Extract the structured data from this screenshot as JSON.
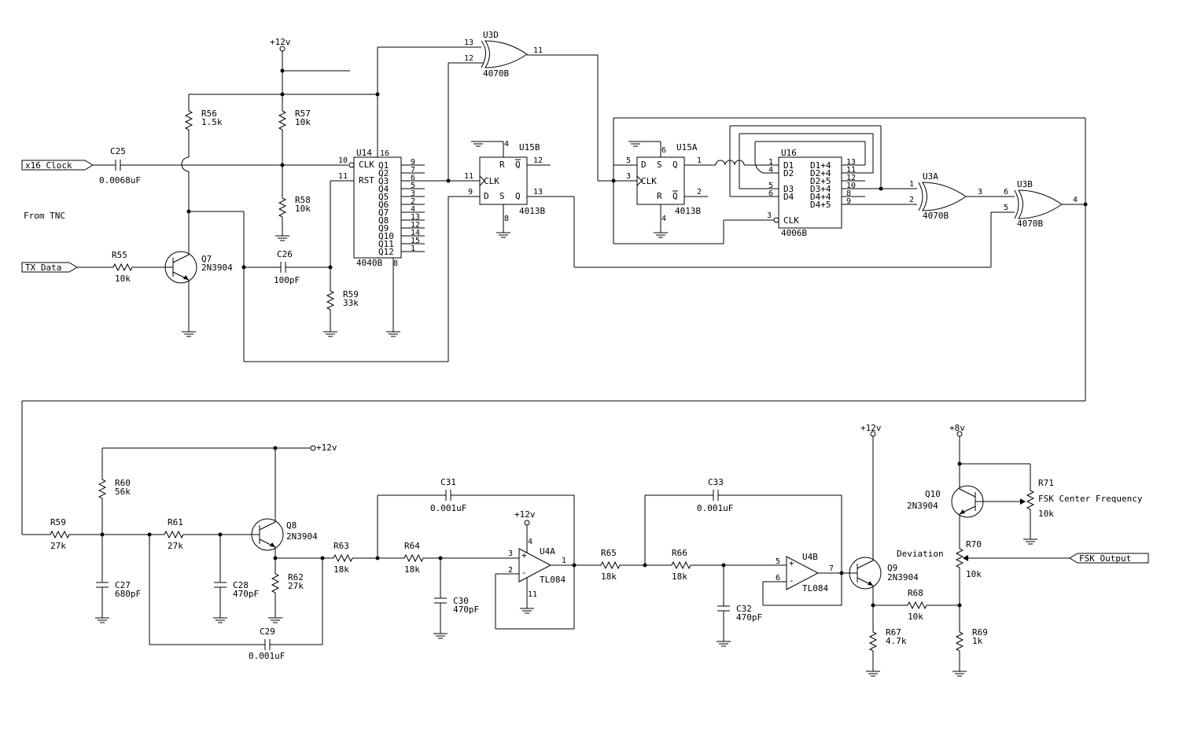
{
  "labels": {
    "plus12_top": "+12v",
    "plus12_q8": "+12v",
    "plus12_u4a": "+12v",
    "plus12_q9": "+12v",
    "plus8": "+8v",
    "x16_clock": "x16 Clock",
    "from_tnc": "From TNC",
    "tx_data": "TX Data",
    "fsk_output": "FSK Output",
    "fsk_center": "FSK Center Frequency",
    "deviation": "Deviation"
  },
  "components": {
    "r56": {
      "ref": "R56",
      "value": "1.5k"
    },
    "r57": {
      "ref": "R57",
      "value": "10k"
    },
    "r58": {
      "ref": "R58",
      "value": "10k"
    },
    "r55": {
      "ref": "R55",
      "value": "10k"
    },
    "r59a": {
      "ref": "R59",
      "value": "33k"
    },
    "c25": {
      "ref": "C25",
      "value": "0.0068uF"
    },
    "c26": {
      "ref": "C26",
      "value": "100pF"
    },
    "q7": {
      "ref": "Q7",
      "value": "2N3904"
    },
    "u14": {
      "ref": "U14",
      "part": "4040B"
    },
    "u15b": {
      "ref": "U15B",
      "part": "4013B"
    },
    "u3d": {
      "ref": "U3D",
      "part": "4070B"
    },
    "u15a": {
      "ref": "U15A",
      "part": "4013B"
    },
    "u16": {
      "ref": "U16",
      "part": "4006B"
    },
    "u3a": {
      "ref": "U3A",
      "part": "4070B"
    },
    "u3b": {
      "ref": "U3B",
      "part": "4070B"
    },
    "r59b": {
      "ref": "R59",
      "value": "27k"
    },
    "r60": {
      "ref": "R60",
      "value": "56k"
    },
    "r61": {
      "ref": "R61",
      "value": "27k"
    },
    "r62": {
      "ref": "R62",
      "value": "27k"
    },
    "r63": {
      "ref": "R63",
      "value": "18k"
    },
    "r64": {
      "ref": "R64",
      "value": "18k"
    },
    "r65": {
      "ref": "R65",
      "value": "18k"
    },
    "r66": {
      "ref": "R66",
      "value": "18k"
    },
    "r67": {
      "ref": "R67",
      "value": "4.7k"
    },
    "r68": {
      "ref": "R68",
      "value": "10k"
    },
    "r69": {
      "ref": "R69",
      "value": "1k"
    },
    "r70": {
      "ref": "R70",
      "value": "10k"
    },
    "r71": {
      "ref": "R71",
      "value": "10k"
    },
    "c27": {
      "ref": "C27",
      "value": "680pF"
    },
    "c28": {
      "ref": "C28",
      "value": "470pF"
    },
    "c29": {
      "ref": "C29",
      "value": "0.001uF"
    },
    "c30": {
      "ref": "C30",
      "value": "470pF"
    },
    "c31": {
      "ref": "C31",
      "value": "0.001uF"
    },
    "c32": {
      "ref": "C32",
      "value": "470pF"
    },
    "c33": {
      "ref": "C33",
      "value": "0.001uF"
    },
    "q8": {
      "ref": "Q8",
      "value": "2N3904"
    },
    "q9": {
      "ref": "Q9",
      "value": "2N3904"
    },
    "q10": {
      "ref": "Q10",
      "value": "2N3904"
    },
    "u4a": {
      "ref": "U4A",
      "part": "TL084"
    },
    "u4b": {
      "ref": "U4B",
      "part": "TL084"
    }
  },
  "u14_pins": {
    "clk": "CLK",
    "rst": "RST",
    "outs": [
      "Q1",
      "Q2",
      "Q3",
      "Q4",
      "Q5",
      "Q6",
      "Q7",
      "Q8",
      "Q9",
      "Q10",
      "Q11",
      "Q12"
    ],
    "out_nums": [
      "9",
      "7",
      "6",
      "5",
      "3",
      "2",
      "4",
      "13",
      "12",
      "14",
      "15",
      "1"
    ],
    "p10": "10",
    "p11": "11",
    "p16": "16",
    "p8": "8"
  },
  "ff_pins": {
    "R": "R",
    "S": "S",
    "D": "D",
    "Q": "Q",
    "QB": "Q",
    "CLK": "CLK",
    "u15b_4": "4",
    "u15b_12": "12",
    "u15b_11": "11",
    "u15b_9": "9",
    "u15b_13": "13",
    "u15b_8": "8",
    "u15a_6": "6",
    "u15a_5": "5",
    "u15a_3": "3",
    "u15a_1": "1",
    "u15a_2": "2",
    "u15a_4": "4"
  },
  "u16_pins": {
    "in": [
      "D1",
      "D2",
      "D3",
      "D4"
    ],
    "in_nums": [
      "1",
      "4",
      "5",
      "6"
    ],
    "out": [
      "D1+4",
      "D2+4",
      "D2+5",
      "D3+4",
      "D4+4",
      "D4+5"
    ],
    "out_nums": [
      "13",
      "11",
      "12",
      "10",
      "8",
      "9"
    ],
    "clk": "CLK",
    "clk_num": "3"
  },
  "xor_pins": {
    "u3d_in1": "13",
    "u3d_in2": "12",
    "u3d_out": "11",
    "u3a_in1": "1",
    "u3a_in2": "2",
    "u3a_out": "3",
    "u3b_in1": "6",
    "u3b_in2": "5",
    "u3b_out": "4"
  },
  "opamp_pins": {
    "u4a_plus": "3",
    "u4a_minus": "2",
    "u4a_out": "1",
    "u4a_vcc": "4",
    "u4a_gnd": "11",
    "u4b_plus": "5",
    "u4b_minus": "6",
    "u4b_out": "7",
    "plus": "+",
    "minus": "-"
  }
}
